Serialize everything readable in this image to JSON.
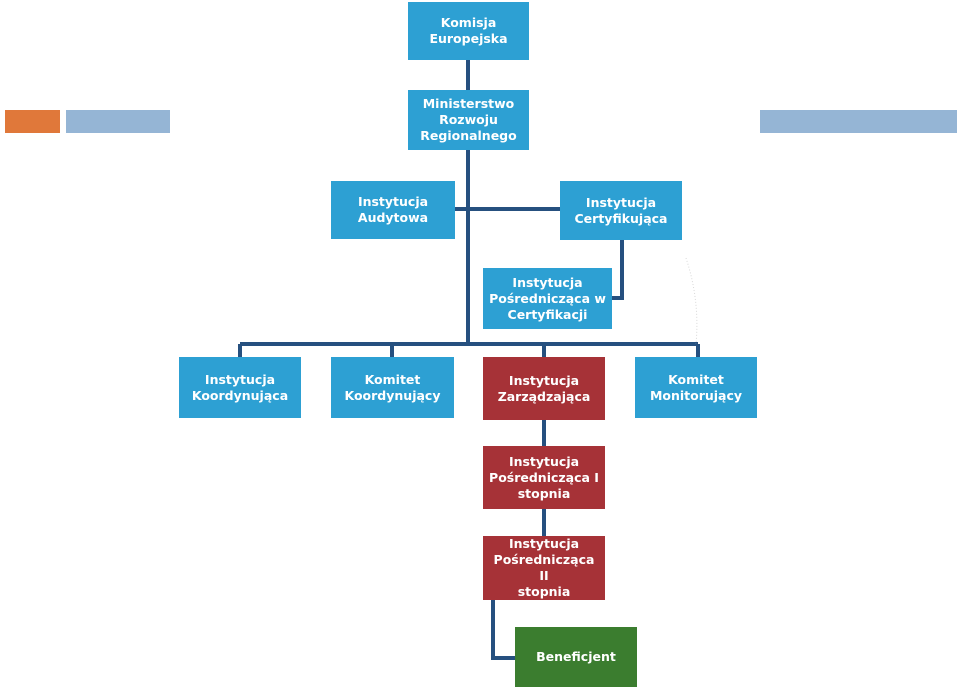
{
  "colors": {
    "blue": "#2DA0D3",
    "red": "#A63237",
    "green": "#3B7D2F",
    "connector": "#26507F",
    "accent_orange": "#E0783A",
    "accent_light_blue": "#95B5D5"
  },
  "nodes": {
    "komisja": {
      "label": "Komisja\nEuropejska",
      "color": "blue"
    },
    "ministerstwo": {
      "label": "Ministerstwo\nRozwoju\nRegionalnego",
      "color": "blue"
    },
    "audytowa": {
      "label": "Instytucja\nAudytowa",
      "color": "blue"
    },
    "certyfikujaca": {
      "label": "Instytucja\nCertyfikująca",
      "color": "blue"
    },
    "posr_cert": {
      "label": "Instytucja\nPośrednicząca w\nCertyfikacji",
      "color": "blue"
    },
    "koordynujaca": {
      "label": "Instytucja\nKoordynująca",
      "color": "blue"
    },
    "komitet_koord": {
      "label": "Komitet\nKoordynujący",
      "color": "blue"
    },
    "zarzadzajaca": {
      "label": "Instytucja\nZarządzająca",
      "color": "red"
    },
    "komitet_monit": {
      "label": "Komitet\nMonitorujący",
      "color": "blue"
    },
    "posr_1": {
      "label": "Instytucja\nPośrednicząca I\nstopnia",
      "color": "red"
    },
    "posr_2": {
      "label": "Instytucja\nPośrednicząca II\nstopnia",
      "color": "red"
    },
    "beneficjent": {
      "label": "Beneficjent",
      "color": "green"
    }
  }
}
